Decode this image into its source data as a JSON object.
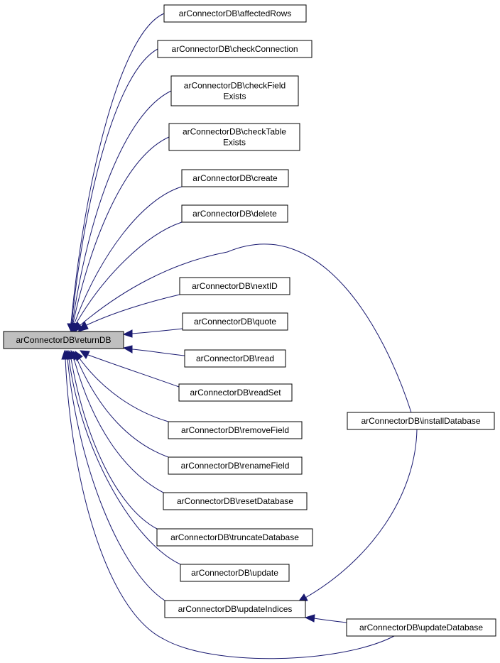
{
  "graph": {
    "root": "arConnectorDB\\returnDB",
    "nodes": [
      {
        "id": "root",
        "lines": [
          "arConnectorDB\\returnDB"
        ]
      },
      {
        "id": "affectedRows",
        "lines": [
          "arConnectorDB\\affectedRows"
        ]
      },
      {
        "id": "checkConnection",
        "lines": [
          "arConnectorDB\\checkConnection"
        ]
      },
      {
        "id": "checkFieldExists",
        "lines": [
          "arConnectorDB\\checkField",
          "Exists"
        ]
      },
      {
        "id": "checkTableExists",
        "lines": [
          "arConnectorDB\\checkTable",
          "Exists"
        ]
      },
      {
        "id": "create",
        "lines": [
          "arConnectorDB\\create"
        ]
      },
      {
        "id": "delete",
        "lines": [
          "arConnectorDB\\delete"
        ]
      },
      {
        "id": "nextID",
        "lines": [
          "arConnectorDB\\nextID"
        ]
      },
      {
        "id": "quote",
        "lines": [
          "arConnectorDB\\quote"
        ]
      },
      {
        "id": "read",
        "lines": [
          "arConnectorDB\\read"
        ]
      },
      {
        "id": "readSet",
        "lines": [
          "arConnectorDB\\readSet"
        ]
      },
      {
        "id": "removeField",
        "lines": [
          "arConnectorDB\\removeField"
        ]
      },
      {
        "id": "renameField",
        "lines": [
          "arConnectorDB\\renameField"
        ]
      },
      {
        "id": "resetDatabase",
        "lines": [
          "arConnectorDB\\resetDatabase"
        ]
      },
      {
        "id": "truncateDatabase",
        "lines": [
          "arConnectorDB\\truncateDatabase"
        ]
      },
      {
        "id": "update",
        "lines": [
          "arConnectorDB\\update"
        ]
      },
      {
        "id": "updateIndices",
        "lines": [
          "arConnectorDB\\updateIndices"
        ]
      },
      {
        "id": "installDatabase",
        "lines": [
          "arConnectorDB\\installDatabase"
        ]
      },
      {
        "id": "updateDatabase",
        "lines": [
          "arConnectorDB\\updateDatabase"
        ]
      }
    ],
    "edges": [
      {
        "from": "affectedRows",
        "to": "root"
      },
      {
        "from": "checkConnection",
        "to": "root"
      },
      {
        "from": "checkFieldExists",
        "to": "root"
      },
      {
        "from": "checkTableExists",
        "to": "root"
      },
      {
        "from": "create",
        "to": "root"
      },
      {
        "from": "delete",
        "to": "root"
      },
      {
        "from": "installDatabase",
        "to": "root"
      },
      {
        "from": "nextID",
        "to": "root"
      },
      {
        "from": "quote",
        "to": "root"
      },
      {
        "from": "read",
        "to": "root"
      },
      {
        "from": "readSet",
        "to": "root"
      },
      {
        "from": "removeField",
        "to": "root"
      },
      {
        "from": "renameField",
        "to": "root"
      },
      {
        "from": "resetDatabase",
        "to": "root"
      },
      {
        "from": "truncateDatabase",
        "to": "root"
      },
      {
        "from": "update",
        "to": "root"
      },
      {
        "from": "updateIndices",
        "to": "root"
      },
      {
        "from": "updateDatabase",
        "to": "root"
      },
      {
        "from": "installDatabase",
        "to": "updateIndices"
      },
      {
        "from": "updateDatabase",
        "to": "updateIndices"
      }
    ]
  },
  "colors": {
    "edge": "#191970",
    "root_fill": "#bfbfbf",
    "node_fill": "#ffffff",
    "node_border": "#000000"
  }
}
